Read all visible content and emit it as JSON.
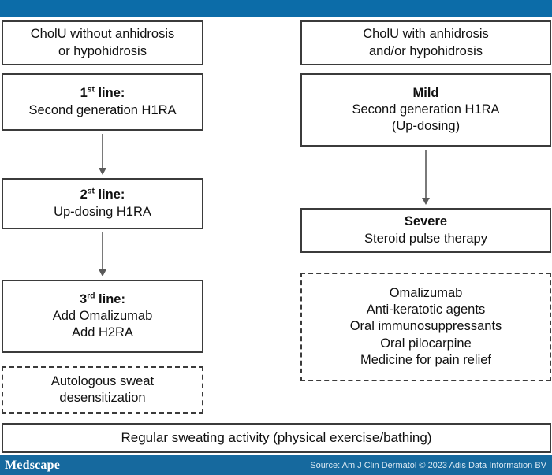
{
  "theme": {
    "header_blue": "#0c6ca8",
    "footer_blue": "#16699e",
    "box_border": "#3b3b3b",
    "arrow_gray": "#7a7a7a",
    "text_color": "#101010"
  },
  "left_column": {
    "title_box": {
      "name": "cholu-without-anhidrosis",
      "lines": [
        {
          "text": "CholU without anhidrosis",
          "bold": false
        },
        {
          "text": "or hypohidrosis",
          "bold": false
        }
      ]
    },
    "first_line_box": {
      "name": "first-line-treatment",
      "lines": [
        {
          "text": "1st line:",
          "bold": true,
          "sup": "st",
          "base": "1"
        },
        {
          "text": "Second generation H1RA",
          "bold": false
        }
      ]
    },
    "second_line_box": {
      "name": "second-line-treatment",
      "lines": [
        {
          "text": "2st line:",
          "bold": true,
          "sup": "st",
          "base": "2"
        },
        {
          "text": "Up-dosing H1RA",
          "bold": false
        }
      ]
    },
    "third_line_box": {
      "name": "third-line-treatment",
      "lines": [
        {
          "text": "3rd line:",
          "bold": true,
          "sup": "rd",
          "base": "3"
        },
        {
          "text": "Add Omalizumab",
          "bold": false
        },
        {
          "text": "Add H2RA",
          "bold": false
        }
      ]
    },
    "adjunct_box": {
      "name": "autologous-sweat-desensitization",
      "lines": [
        {
          "text": "Autologous sweat",
          "bold": false
        },
        {
          "text": "desensitization",
          "bold": false
        }
      ]
    }
  },
  "right_column": {
    "title_box": {
      "name": "cholu-with-anhidrosis",
      "lines": [
        {
          "text": "CholU with anhidrosis",
          "bold": false
        },
        {
          "text": "and/or hypohidrosis",
          "bold": false
        }
      ]
    },
    "mild_box": {
      "name": "mild-treatment",
      "lines": [
        {
          "text": "Mild",
          "bold": true
        },
        {
          "text": "Second generation H1RA",
          "bold": false
        },
        {
          "text": "(Up-dosing)",
          "bold": false
        }
      ]
    },
    "severe_box": {
      "name": "severe-treatment",
      "lines": [
        {
          "text": "Severe",
          "bold": true
        },
        {
          "text": "Steroid pulse therapy",
          "bold": false
        }
      ]
    },
    "adjunct_box": {
      "name": "additional-therapies",
      "lines": [
        {
          "text": "Omalizumab",
          "bold": false
        },
        {
          "text": "Anti-keratotic agents",
          "bold": false
        },
        {
          "text": "Oral immunosuppressants",
          "bold": false
        },
        {
          "text": "Oral pilocarpine",
          "bold": false
        },
        {
          "text": "Medicine for pain relief",
          "bold": false
        }
      ]
    }
  },
  "bottom_box": {
    "name": "regular-sweating-activity",
    "text": "Regular sweating activity (physical exercise/bathing)"
  },
  "footer": {
    "brand": "Medscape",
    "source": "Source: Am J Clin Dermatol © 2023 Adis Data Information BV"
  }
}
